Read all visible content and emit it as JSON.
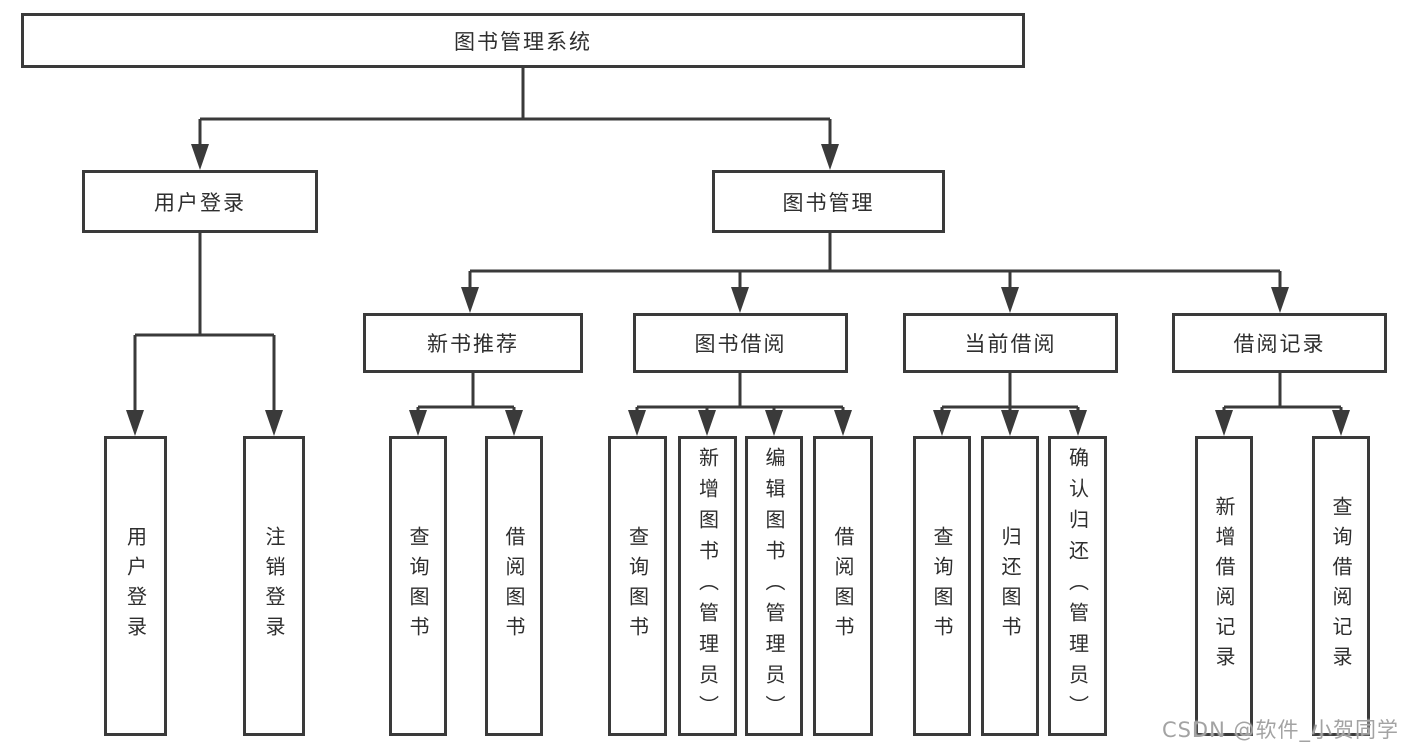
{
  "tree": {
    "root": {
      "label": "图书管理系统",
      "children": [
        {
          "label": "用户登录",
          "children": [
            {
              "label": "用户登录"
            },
            {
              "label": "注销登录"
            }
          ]
        },
        {
          "label": "图书管理",
          "children": [
            {
              "label": "新书推荐",
              "children": [
                {
                  "label": "查询图书"
                },
                {
                  "label": "借阅图书"
                }
              ]
            },
            {
              "label": "图书借阅",
              "children": [
                {
                  "label": "查询图书"
                },
                {
                  "label": "新增图书（管理员）"
                },
                {
                  "label": "编辑图书（管理员）"
                },
                {
                  "label": "借阅图书"
                }
              ]
            },
            {
              "label": "当前借阅",
              "children": [
                {
                  "label": "查询图书"
                },
                {
                  "label": "归还图书"
                },
                {
                  "label": "确认归还（管理员）"
                }
              ]
            },
            {
              "label": "借阅记录",
              "children": [
                {
                  "label": "新增借阅记录"
                },
                {
                  "label": "查询借阅记录"
                }
              ]
            }
          ]
        }
      ]
    }
  },
  "watermark": {
    "text": "CSDN @软件_小贺同学"
  },
  "colors": {
    "line": "#3a3a3a",
    "box_border": "#3a3a3a",
    "text": "#2e2e2e",
    "watermark": "#a3a3a3",
    "background": "#ffffff"
  }
}
